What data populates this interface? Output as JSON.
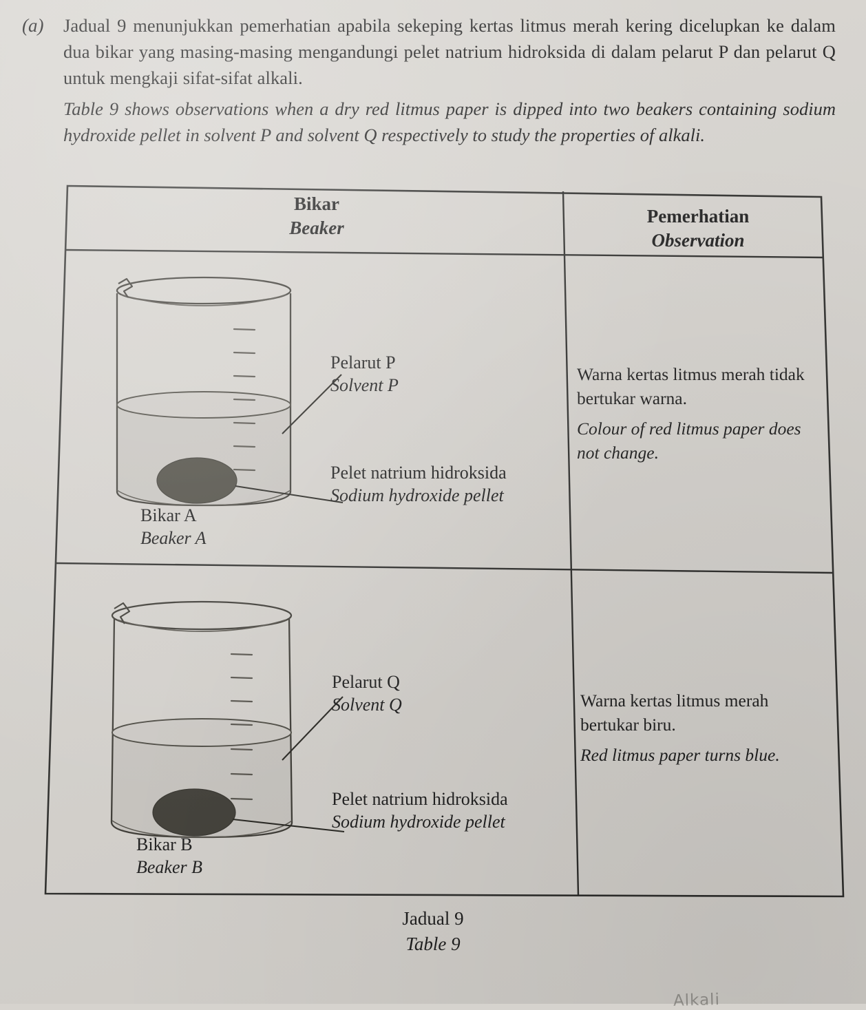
{
  "question": {
    "marker": "(a)",
    "stem_ms": "Jadual 9 menunjukkan pemerhatian apabila sekeping kertas litmus merah kering dicelupkan ke dalam dua bikar yang masing-masing mengandungi pelet natrium hidroksida di dalam pelarut P dan pelarut Q untuk mengkaji sifat-sifat alkali.",
    "stem_en": "Table 9 shows observations when a dry red litmus paper is dipped into two beakers containing sodium hydroxide pellet in solvent P and solvent Q respectively to study the properties of alkali."
  },
  "table": {
    "headers": {
      "col1_ms": "Bikar",
      "col1_en": "Beaker",
      "col2_ms": "Pemerhatian",
      "col2_en": "Observation"
    },
    "rows": [
      {
        "beaker": {
          "name_ms": "Bikar A",
          "name_en": "Beaker A",
          "solvent_ms": "Pelarut P",
          "solvent_en": "Solvent P",
          "pellet_ms": "Pelet natrium hidroksida",
          "pellet_en": "Sodium hydroxide pellet"
        },
        "observation": {
          "ms": "Warna kertas litmus merah tidak bertukar warna.",
          "en": "Colour of red litmus paper does not change.",
          "annotation": ""
        }
      },
      {
        "beaker": {
          "name_ms": "Bikar B",
          "name_en": "Beaker B",
          "solvent_ms": "Pelarut Q",
          "solvent_en": "Solvent Q",
          "pellet_ms": "Pelet natrium hidroksida",
          "pellet_en": "Sodium hydroxide pellet"
        },
        "observation": {
          "ms": "Warna kertas litmus merah bertukar biru.",
          "en": "Red litmus paper turns blue.",
          "annotation": "Alkali"
        }
      }
    ]
  },
  "caption": {
    "ms": "Jadual 9",
    "en": "Table 9"
  },
  "colors": {
    "paper": "#d6d3ce",
    "ink": "#1b1b1b",
    "liquid": "#c8c5c0",
    "pellet": "#4a473f",
    "pencil": "#8d8b86"
  }
}
